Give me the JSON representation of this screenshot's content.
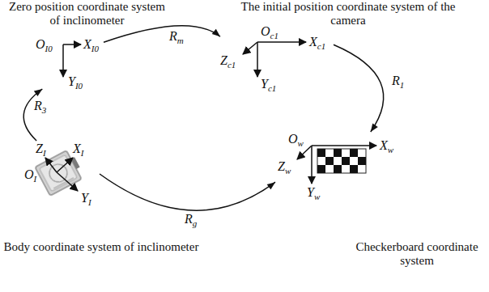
{
  "diagram": {
    "nodes": [
      {
        "text": [
          "Zero position coordinate system of inclinometer",
          "OI0",
          "XI0",
          "YI0"
        ]
      },
      {
        "text": [
          "The initial position coordinate system of the camera",
          "Oc1",
          "Xc1",
          "Yc1",
          "Zc1"
        ]
      },
      {
        "text": [
          "Body coordinate system of inclinometer",
          "ZI",
          "XI",
          "OI",
          "YI"
        ]
      },
      {
        "text": [
          "Checkerboard coordinate system",
          "Ow",
          "Xw",
          "Zw",
          "Yw"
        ]
      }
    ],
    "edges": [
      {
        "from": 0,
        "to": 1,
        "label": "Rm",
        "arrow": "to"
      },
      {
        "from": 1,
        "to": 3,
        "label": "R1",
        "arrow": "to"
      },
      {
        "from": 2,
        "to": 0,
        "label": "R3",
        "arrow": "to"
      },
      {
        "from": 2,
        "to": 3,
        "label": "Rg",
        "arrow": "to"
      }
    ]
  }
}
